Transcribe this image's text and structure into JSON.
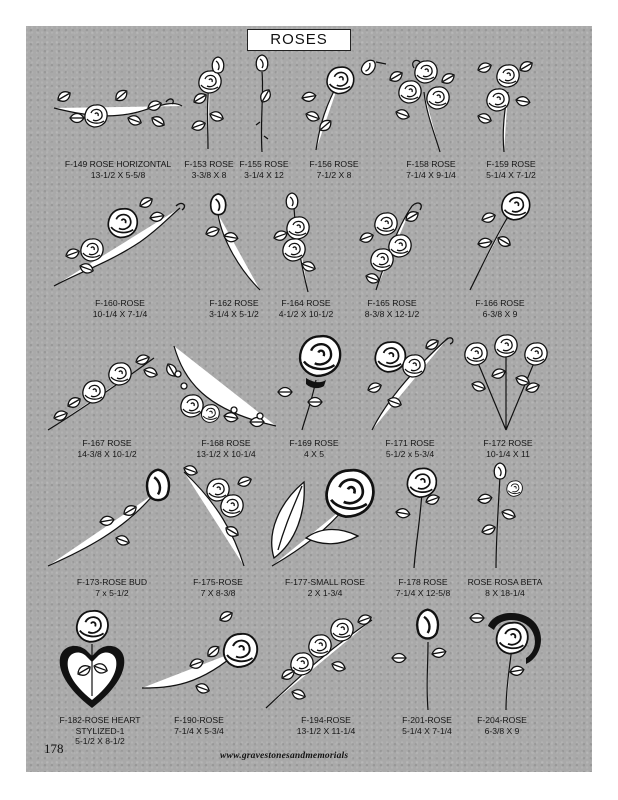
{
  "title": "ROSES",
  "page_number": "178",
  "website": "www.gravestonesandmemorials",
  "items": [
    {
      "code": "F-149 ROSE HORIZONTAL",
      "size": "13-1/2 X 5-5/8"
    },
    {
      "code": "F-153 ROSE",
      "size": "3-3/8 X 8"
    },
    {
      "code": "F-155 ROSE",
      "size": "3-1/4 X 12"
    },
    {
      "code": "F-156 ROSE",
      "size": "7-1/2 X 8"
    },
    {
      "code": "F-158 ROSE",
      "size": "7-1/4 X 9-1/4"
    },
    {
      "code": "F-159 ROSE",
      "size": "5-1/4 X 7-1/2"
    },
    {
      "code": "F-160-ROSE",
      "size": "10-1/4 X 7-1/4"
    },
    {
      "code": "F-162 ROSE",
      "size": "3-1/4 X 5-1/2"
    },
    {
      "code": "F-164 ROSE",
      "size": "4-1/2 X 10-1/2"
    },
    {
      "code": "F-165 ROSE",
      "size": "8-3/8 X 12-1/2"
    },
    {
      "code": "F-166 ROSE",
      "size": "6-3/8 X 9"
    },
    {
      "code": "F-167 ROSE",
      "size": "14-3/8 X 10-1/2"
    },
    {
      "code": "F-168 ROSE",
      "size": "13-1/2 X 10-1/4"
    },
    {
      "code": "F-169 ROSE",
      "size": "4 X 5"
    },
    {
      "code": "F-171 ROSE",
      "size": "5-1/2 x 5-3/4"
    },
    {
      "code": "F-172 ROSE",
      "size": "10-1/4 X 11"
    },
    {
      "code": "F-173-ROSE BUD",
      "size": "7 x 5-1/2"
    },
    {
      "code": "F-175-ROSE",
      "size": "7 X 8-3/8"
    },
    {
      "code": "F-177-SMALL ROSE",
      "size": "2 X 1-3/4"
    },
    {
      "code": "F-178 ROSE",
      "size": "7-1/4 X 12-5/8"
    },
    {
      "code": "ROSE ROSA BETA",
      "size": "8 X 18-1/4"
    },
    {
      "code": "F-182-ROSE HEART",
      "code2": "STYLIZED-1",
      "size": "5-1/2 X 8-1/2"
    },
    {
      "code": "F-190-ROSE",
      "size": "7-1/4 X 5-3/4"
    },
    {
      "code": "F-194-ROSE",
      "size": "13-1/2 X 11-1/4"
    },
    {
      "code": "F-201-ROSE",
      "size": "5-1/4 X 7-1/4"
    },
    {
      "code": "F-204-ROSE",
      "size": "6-3/8 X 9"
    }
  ]
}
